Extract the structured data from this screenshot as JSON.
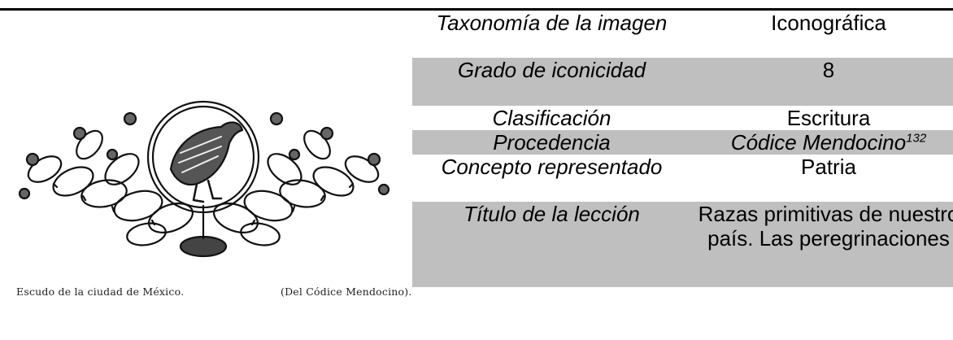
{
  "figure": {
    "caption_left": "Escudo de la ciudad de México.",
    "caption_right": "(Del Códice Mendocino)."
  },
  "table": {
    "rows": [
      {
        "label": "Taxonomía de la imagen",
        "value": "Iconográfica"
      },
      {
        "label": "Grado de iconicidad",
        "value": "8"
      },
      {
        "label": "Clasificación",
        "value": "Escritura"
      },
      {
        "label": "Procedencia",
        "value": "Códice Mendocino",
        "value_note": "132"
      },
      {
        "label": "Concepto representado",
        "value": "Patria"
      },
      {
        "label": "Título de la lección",
        "value": "Razas primitivas de nuestro país. Las peregrinaciones"
      }
    ]
  },
  "colors": {
    "shade": "#bfbfbf",
    "rule": "#000000"
  }
}
